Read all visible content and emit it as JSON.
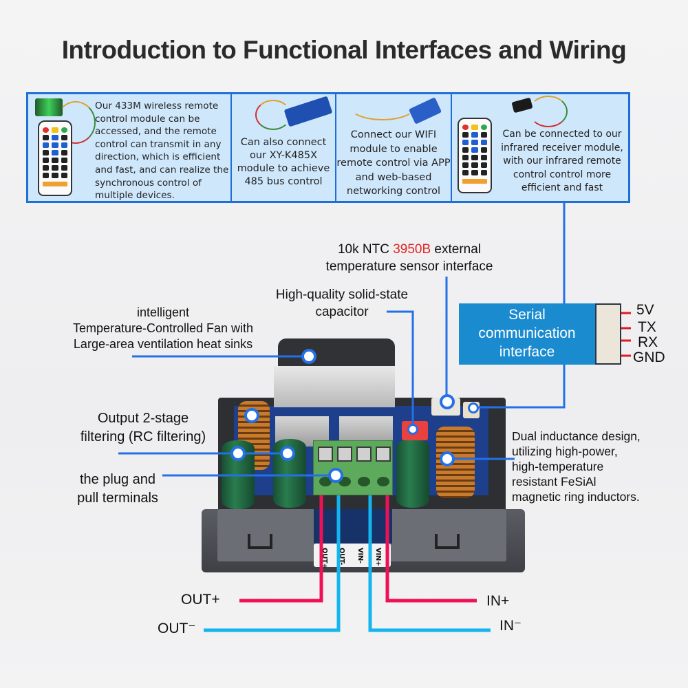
{
  "title": "Introduction to Functional Interfaces and Wiring",
  "features": [
    {
      "icon": "remote-433m-module-icon",
      "text": "Our 433M wireless remote control module can be accessed, and the remote control can transmit in any direction, which is efficient and fast, and can realize the synchronous control of multiple devices."
    },
    {
      "icon": "rs485-module-icon",
      "text": "Can also connect our XY-K485X module to achieve 485 bus control"
    },
    {
      "icon": "wifi-module-icon",
      "text": "Connect our WIFI module to enable remote control via APP and web-based networking control"
    },
    {
      "icon": "infrared-receiver-icon",
      "text": "Can be connected to our infrared receiver module, with our infrared remote control control more efficient and fast"
    }
  ],
  "callouts": {
    "ntc_prefix": "10k NTC ",
    "ntc_model": "3950B",
    "ntc_suffix": " external",
    "ntc_line2": "temperature sensor interface",
    "capacitor_line1": "High-quality solid-state",
    "capacitor_line2": "capacitor",
    "fan_line1": "intelligent",
    "fan_line2": "Temperature-Controlled Fan with",
    "fan_line3": "Large-area ventilation heat sinks",
    "filter_line1": "Output 2-stage",
    "filter_line2": "filtering (RC filtering)",
    "terminal_line1": "the plug and",
    "terminal_line2": "pull terminals",
    "inductor_lines": [
      "Dual inductance design,",
      "utilizing high-power,",
      "high-temperature",
      "resistant FeSiAl",
      "magnetic ring inductors."
    ]
  },
  "serial": {
    "label_lines": [
      "Serial",
      "communication",
      "interface"
    ],
    "pins": [
      "5V",
      "TX",
      "RX",
      "GND"
    ]
  },
  "device_terminal_labels": [
    "OUT+",
    "OUT-",
    "VIN-",
    "VIN+"
  ],
  "wiring": {
    "out_plus": "OUT+",
    "out_minus": "OUT⁻",
    "in_plus": "IN+",
    "in_minus": "IN⁻"
  },
  "colors": {
    "accent_blue": "#2470e6",
    "panel_bg": "#cfe7fb",
    "serial_box": "#1b8bd0",
    "positive_wire": "#ee1155",
    "negative_wire": "#14b4ee",
    "highlight_red": "#e32222"
  }
}
